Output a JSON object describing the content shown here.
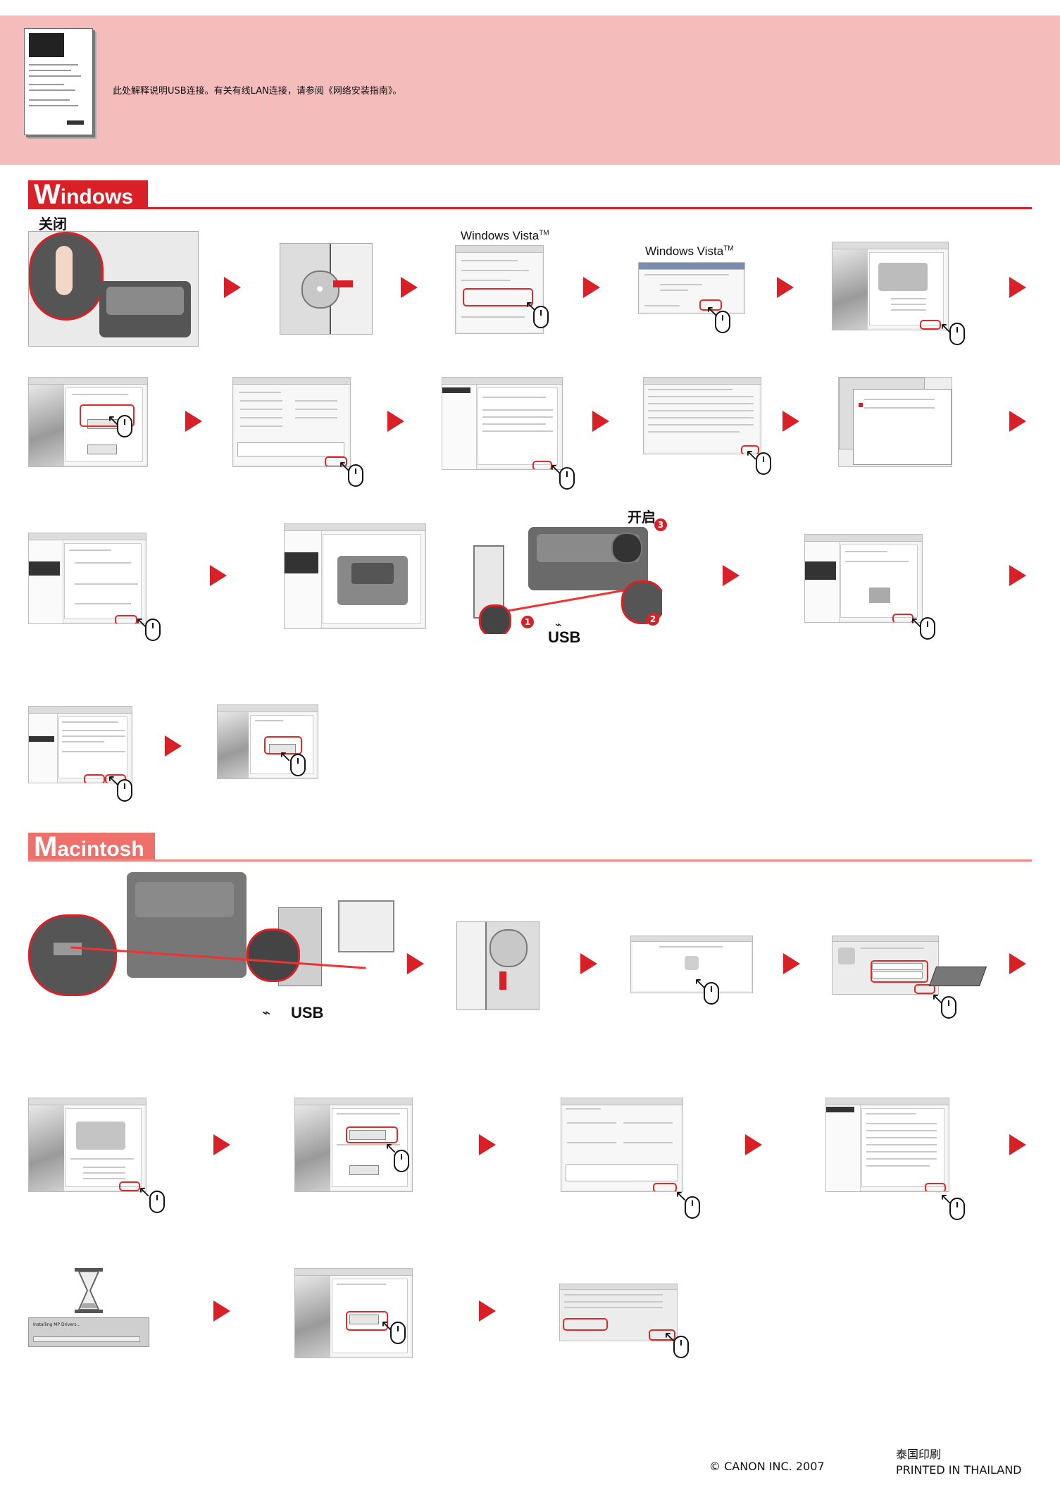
{
  "banner": {
    "text": "此处解释说明USB连接。有关有线LAN连接，请参阅《网络安装指南》。"
  },
  "windows_section": {
    "title_rest": "indows",
    "title_first": "W",
    "power_off_label": "关闭",
    "vista_label_1": "Windows Vista",
    "vista_label_2": "Windows Vista",
    "tm": "TM",
    "power_on_label": "开启",
    "usb_label": "USB",
    "step_numbers": [
      "1",
      "2",
      "3"
    ]
  },
  "mac_section": {
    "title_first": "M",
    "title_rest": "acintosh",
    "usb_label": "USB"
  },
  "mac_screens": {
    "installing_text": "Installing MP Drivers..."
  },
  "footer": {
    "copyright": "© CANON INC. 2007",
    "printed_zh": "泰国印刷",
    "printed_en": "PRINTED IN THAILAND"
  }
}
